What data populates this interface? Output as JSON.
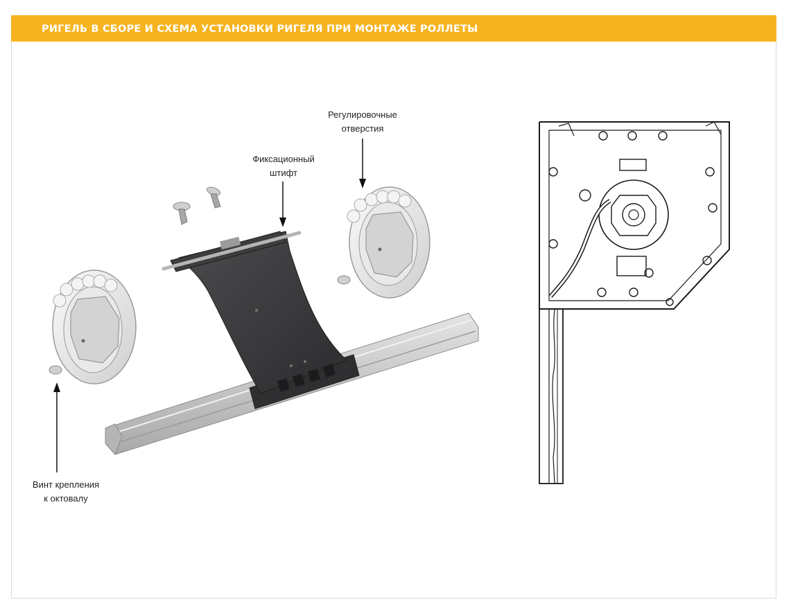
{
  "header": {
    "title": "РИГЕЛЬ В СБОРЕ И СХЕМА УСТАНОВКИ РИГЕЛЯ ПРИ МОНТАЖЕ РОЛЛЕТЫ"
  },
  "labels": {
    "adjust_holes": {
      "line1": "Регулировочные",
      "line2": "отверстия"
    },
    "fix_pin": {
      "line1": "Фиксационный",
      "line2": "штифт"
    },
    "screw": {
      "line1": "Винт крепления",
      "line2": "к октовалу"
    }
  },
  "colors": {
    "header_bg": "#f6b31f",
    "header_text": "#ffffff",
    "bracket": "#3a3a3c",
    "ring": "#ececec",
    "rail": "#c9c9c9"
  },
  "icons": [
    "arrow-down-icon",
    "arrow-up-icon"
  ]
}
